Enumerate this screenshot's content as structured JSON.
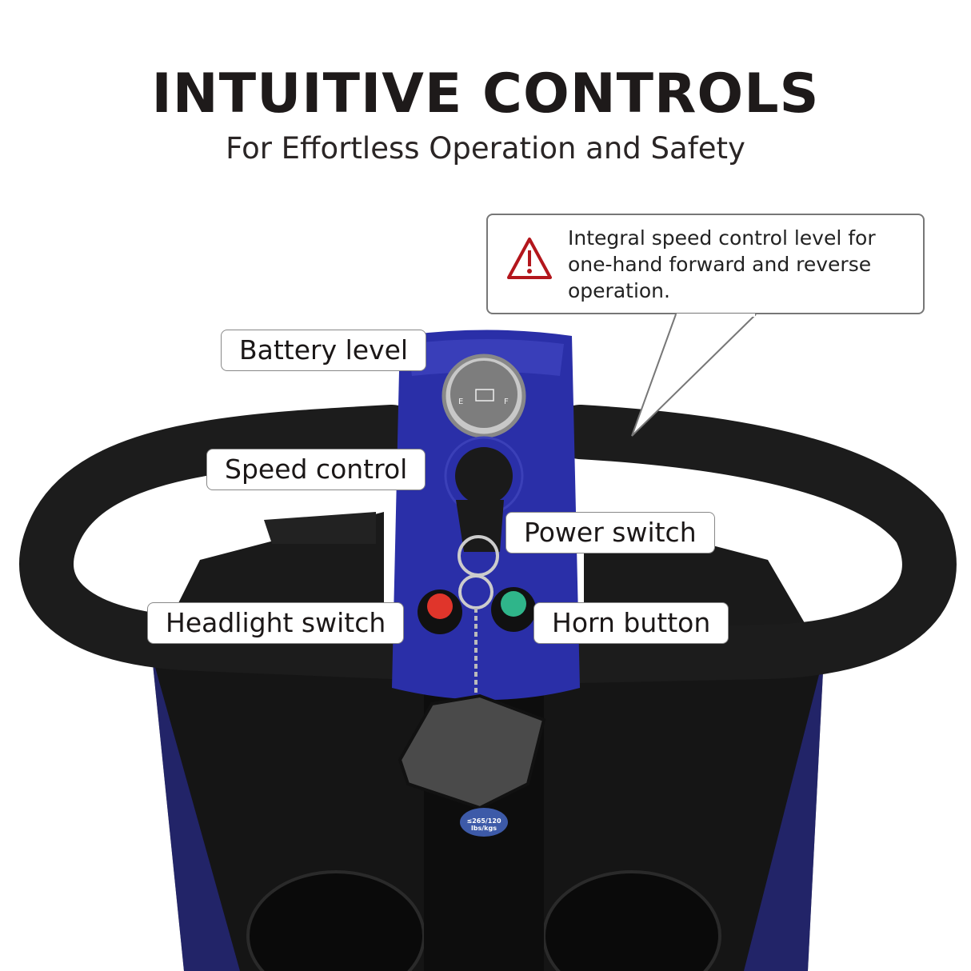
{
  "header": {
    "title": "INTUITIVE CONTROLS",
    "subtitle": "For Effortless Operation and Safety"
  },
  "callout": {
    "icon": "warning-triangle-icon",
    "text": "Integral speed control level for one-hand forward and reverse operation."
  },
  "labels": {
    "battery": "Battery level",
    "speed": "Speed control",
    "power": "Power switch",
    "headlight": "Headlight switch",
    "horn": "Horn button"
  },
  "gauge": {
    "empty": "E",
    "full": "F"
  },
  "key_tag": {
    "capacity": "≤265/120 lbs/kgs"
  },
  "colors": {
    "body_blue": "#2a2fa8",
    "warning_red": "#b3161c",
    "headlight_red": "#e0352b",
    "horn_green": "#2fb58a"
  }
}
